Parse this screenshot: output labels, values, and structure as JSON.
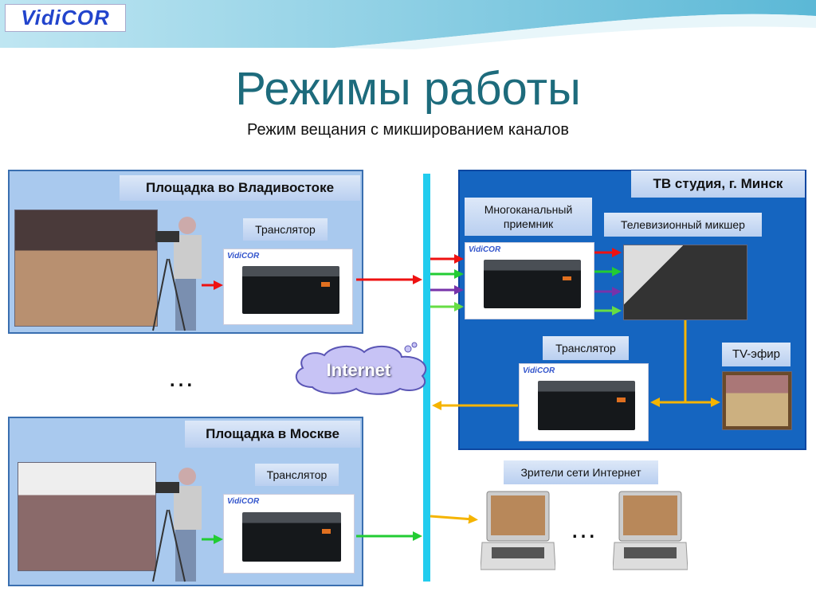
{
  "logo": {
    "text": "VidiCOR"
  },
  "title": "Режимы работы",
  "subtitle": "Режим вещания с микшированием каналов",
  "sites": [
    {
      "label": "Площадка во Владивостоке",
      "translator_label": "Транслятор"
    },
    {
      "label": "Площадка в Москве",
      "translator_label": "Транслятор"
    }
  ],
  "ellipsis": "…",
  "internet_label": "Internet",
  "studio": {
    "label": "ТВ студия, г. Минск",
    "receiver_label": "Многоканальный приемник",
    "mixer_label": "Телевизионный микшер",
    "translator_label": "Транслятор",
    "tv_label": "TV-эфир"
  },
  "viewers_label": "Зрители сети Интернет",
  "colors": {
    "bus": "#22ccee",
    "studio_bg": "#1565c0",
    "site_bg": "#a9c9ee",
    "title": "#1d6b7c",
    "red": "#ee1111",
    "green": "#22cc33",
    "purple": "#7733aa",
    "lightgreen": "#66dd44",
    "orange": "#f5b400"
  }
}
